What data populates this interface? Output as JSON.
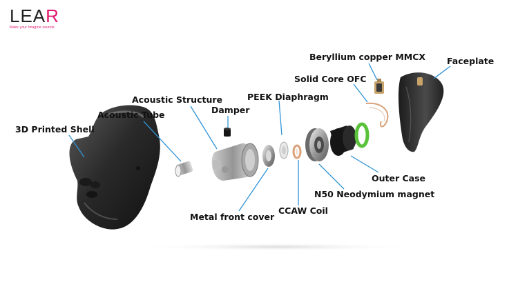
{
  "logo": {
    "text_main": "LEA",
    "text_accent": "R",
    "tagline": "Make your Imagine sounds",
    "accent_color": "#e0176f"
  },
  "labels": {
    "shell": "3D Printed Shell",
    "tube": "Acoustic Tube",
    "structure": "Acoustic Structure",
    "damper": "Damper",
    "diaphragm": "PEEK Diaphragm",
    "ofc": "Solid Core OFC",
    "mmcx": "Beryllium copper MMCX",
    "faceplate": "Faceplate",
    "outer_case": "Outer Case",
    "magnet": "N50 Neodymium magnet",
    "coil": "CCAW Coil",
    "front_cover": "Metal front cover"
  },
  "colors": {
    "leader_line": "#2f93d6",
    "shell_dark": "#2b2b2b",
    "ring_green": "#5ac23a",
    "coil_copper": "#d9a27a"
  }
}
